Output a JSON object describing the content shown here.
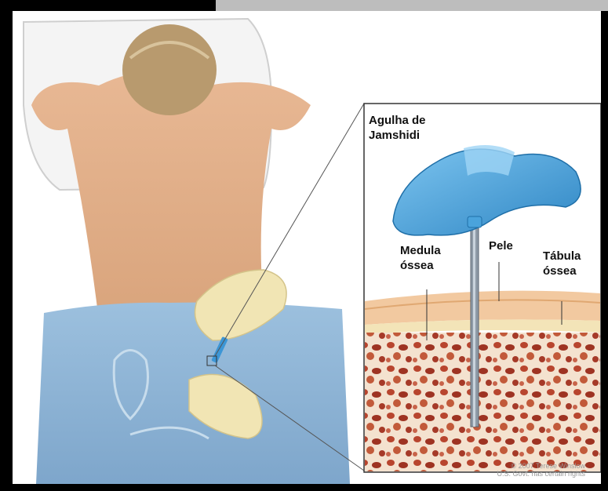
{
  "labels": {
    "needle_line1": "Agulha de",
    "needle_line2": "Jamshidi",
    "marrow_line1": "Medula",
    "marrow_line2": "óssea",
    "skin": "Pele",
    "table_line1": "Tábula",
    "table_line2": "óssea"
  },
  "copyright": {
    "line1": "© 2007 Terese Winslow",
    "line2": "U.S. Govt. has certain rights"
  },
  "colors": {
    "needle_handle": "#4fa8e0",
    "skin": "#f2c9a0",
    "bone_marrow": "#b53a2a",
    "jeans": "#8fb5d6"
  }
}
